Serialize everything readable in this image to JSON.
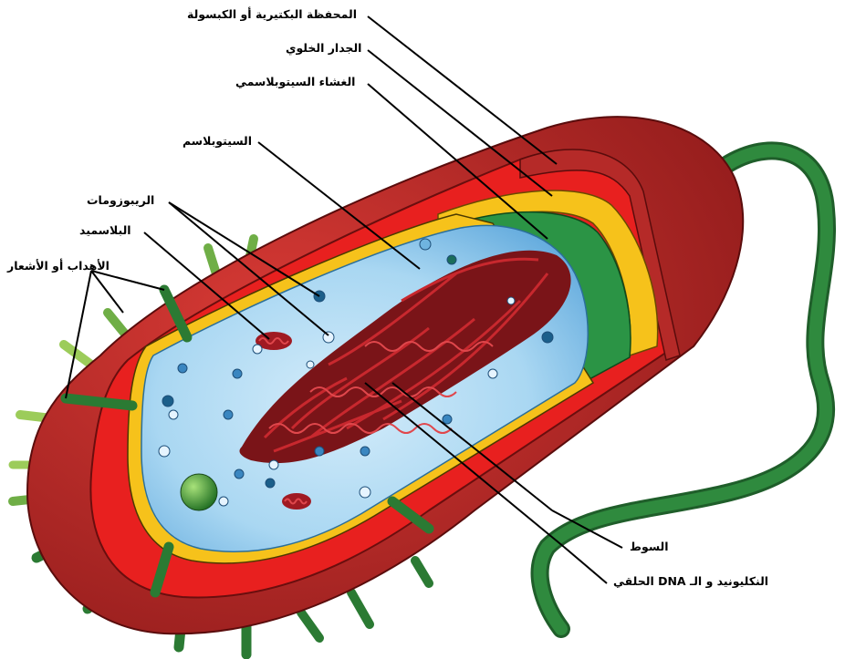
{
  "labels": {
    "capsule": "المحفظة البكتيرية أو الكبسولة",
    "cell_wall": "الجدار الخلوي",
    "membrane": "الغشاء السيتوبلاسمي",
    "cytoplasm": "السيتوبلاسم",
    "ribosomes": "الريبوزومات",
    "plasmid": "البلاسميد",
    "pili": "الأهداب أو الأشعار",
    "flagellum": "السوط",
    "nucleoid": "النكليونيد و الـ DNA الحلقي"
  },
  "colors": {
    "capsule": "#b52a28",
    "cell_wall": "#e8201f",
    "membrane_yellow": "#f6c21b",
    "membrane_green": "#2b9445",
    "cytoplasm": "#a9d7f2",
    "dna": "#a01a22",
    "flagellum": "#2f8a3e",
    "pili": "#3d9a3f"
  }
}
